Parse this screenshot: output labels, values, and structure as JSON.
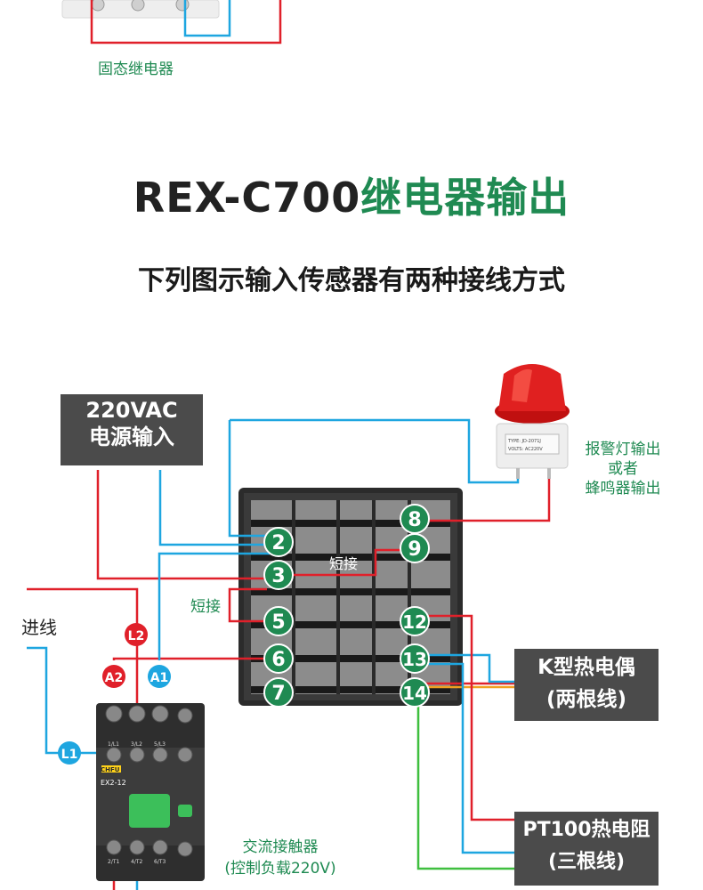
{
  "top_label": "固态继电器",
  "title_prefix": "REX-C700",
  "title_suffix": "继电器输出",
  "subtitle": "下列图示输入传感器有两种接线方式",
  "power_box": {
    "line1": "220VAC",
    "line2": "电源输入"
  },
  "alarm_label": {
    "line1": "报警灯输出",
    "line2": "或者",
    "line3": "蜂鸣器输出"
  },
  "beacon_plate": {
    "line1": "TYPE: JD-2071J",
    "line2": "VOLTS: AC220V"
  },
  "short_label_1": "短接",
  "short_label_2": "短接",
  "incoming_label": "进线",
  "k_box": {
    "line1": "K型热电偶",
    "line2": "(两根线)"
  },
  "pt_box": {
    "line1": "PT100热电阻",
    "line2": "(三根线)"
  },
  "contactor": {
    "label1": "交流接触器",
    "label2": "(控制负载220V)",
    "brand": "CHFU",
    "model": "EX2-12",
    "t_top": [
      "1/L1",
      "3/L2",
      "5/L3"
    ],
    "t_bot": [
      "2/T1",
      "4/T2",
      "6/T3"
    ]
  },
  "markers": {
    "l2": "L2",
    "a2": "A2",
    "a1": "A1",
    "l1": "L1"
  },
  "terminals_left": [
    "2",
    "3",
    "5",
    "6",
    "7"
  ],
  "terminals_right": [
    "8",
    "9",
    "12",
    "13",
    "14"
  ],
  "colors": {
    "red": "#e0202a",
    "blue": "#1ea6e0",
    "green": "#1f8a52",
    "lime": "#3fbf3f",
    "orange": "#f0a020",
    "dark": "#4b4b4b"
  }
}
